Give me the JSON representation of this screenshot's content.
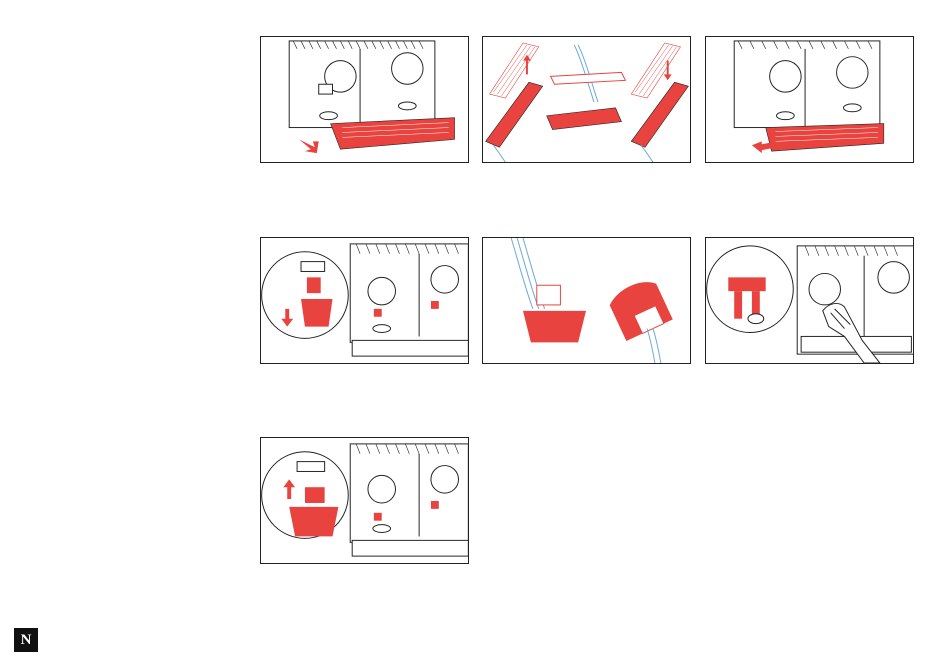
{
  "document": {
    "page_title": "",
    "illustrations": [
      {
        "name": "drip-tray-remove",
        "icon": "drip-tray-slide-out"
      },
      {
        "name": "drip-tray-rinse",
        "icon": "drip-tray-water-rinse"
      },
      {
        "name": "drip-tray-reinsert",
        "icon": "drip-tray-slide-in"
      },
      {
        "name": "milk-nozzle-remove",
        "icon": "nozzle-pull-down"
      },
      {
        "name": "milk-nozzle-rinse",
        "icon": "nozzle-water-rinse"
      },
      {
        "name": "milk-outlet-wipe",
        "icon": "hand-wipe-outlet"
      },
      {
        "name": "milk-nozzle-reinsert",
        "icon": "nozzle-push-up"
      }
    ]
  },
  "colors": {
    "accent_red": "#e8433e",
    "line": "#222222",
    "water_blue": "#6fa8d8"
  },
  "brand": {
    "logo_letter": "N",
    "logo_icon": "nespresso-logo-icon"
  }
}
